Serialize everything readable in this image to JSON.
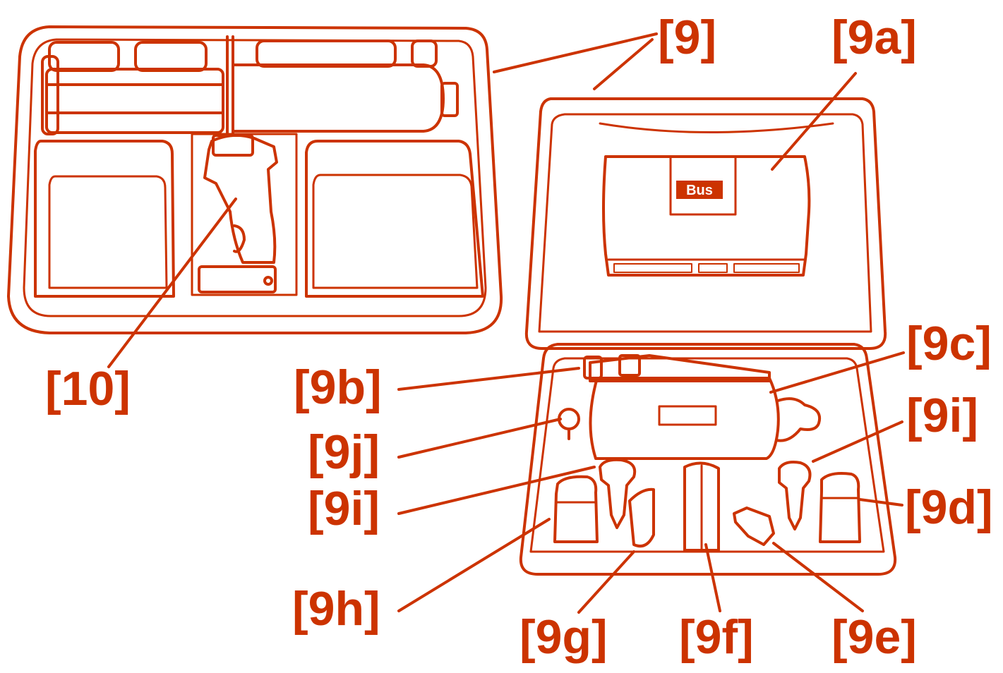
{
  "colors": {
    "ink": "#cc3300",
    "paper": "#ffffff"
  },
  "labels": {
    "l9": "[9]",
    "l9a": "[9a]",
    "l9b": "[9b]",
    "l9c": "[9c]",
    "l9d": "[9d]",
    "l9e": "[9e]",
    "l9f": "[9f]",
    "l9g": "[9g]",
    "l9h": "[9h]",
    "l9i_left": "[9i]",
    "l9i_right": "[9i]",
    "l9j": "[9j]",
    "l10": "[10]"
  },
  "lid_logo": "Bus"
}
